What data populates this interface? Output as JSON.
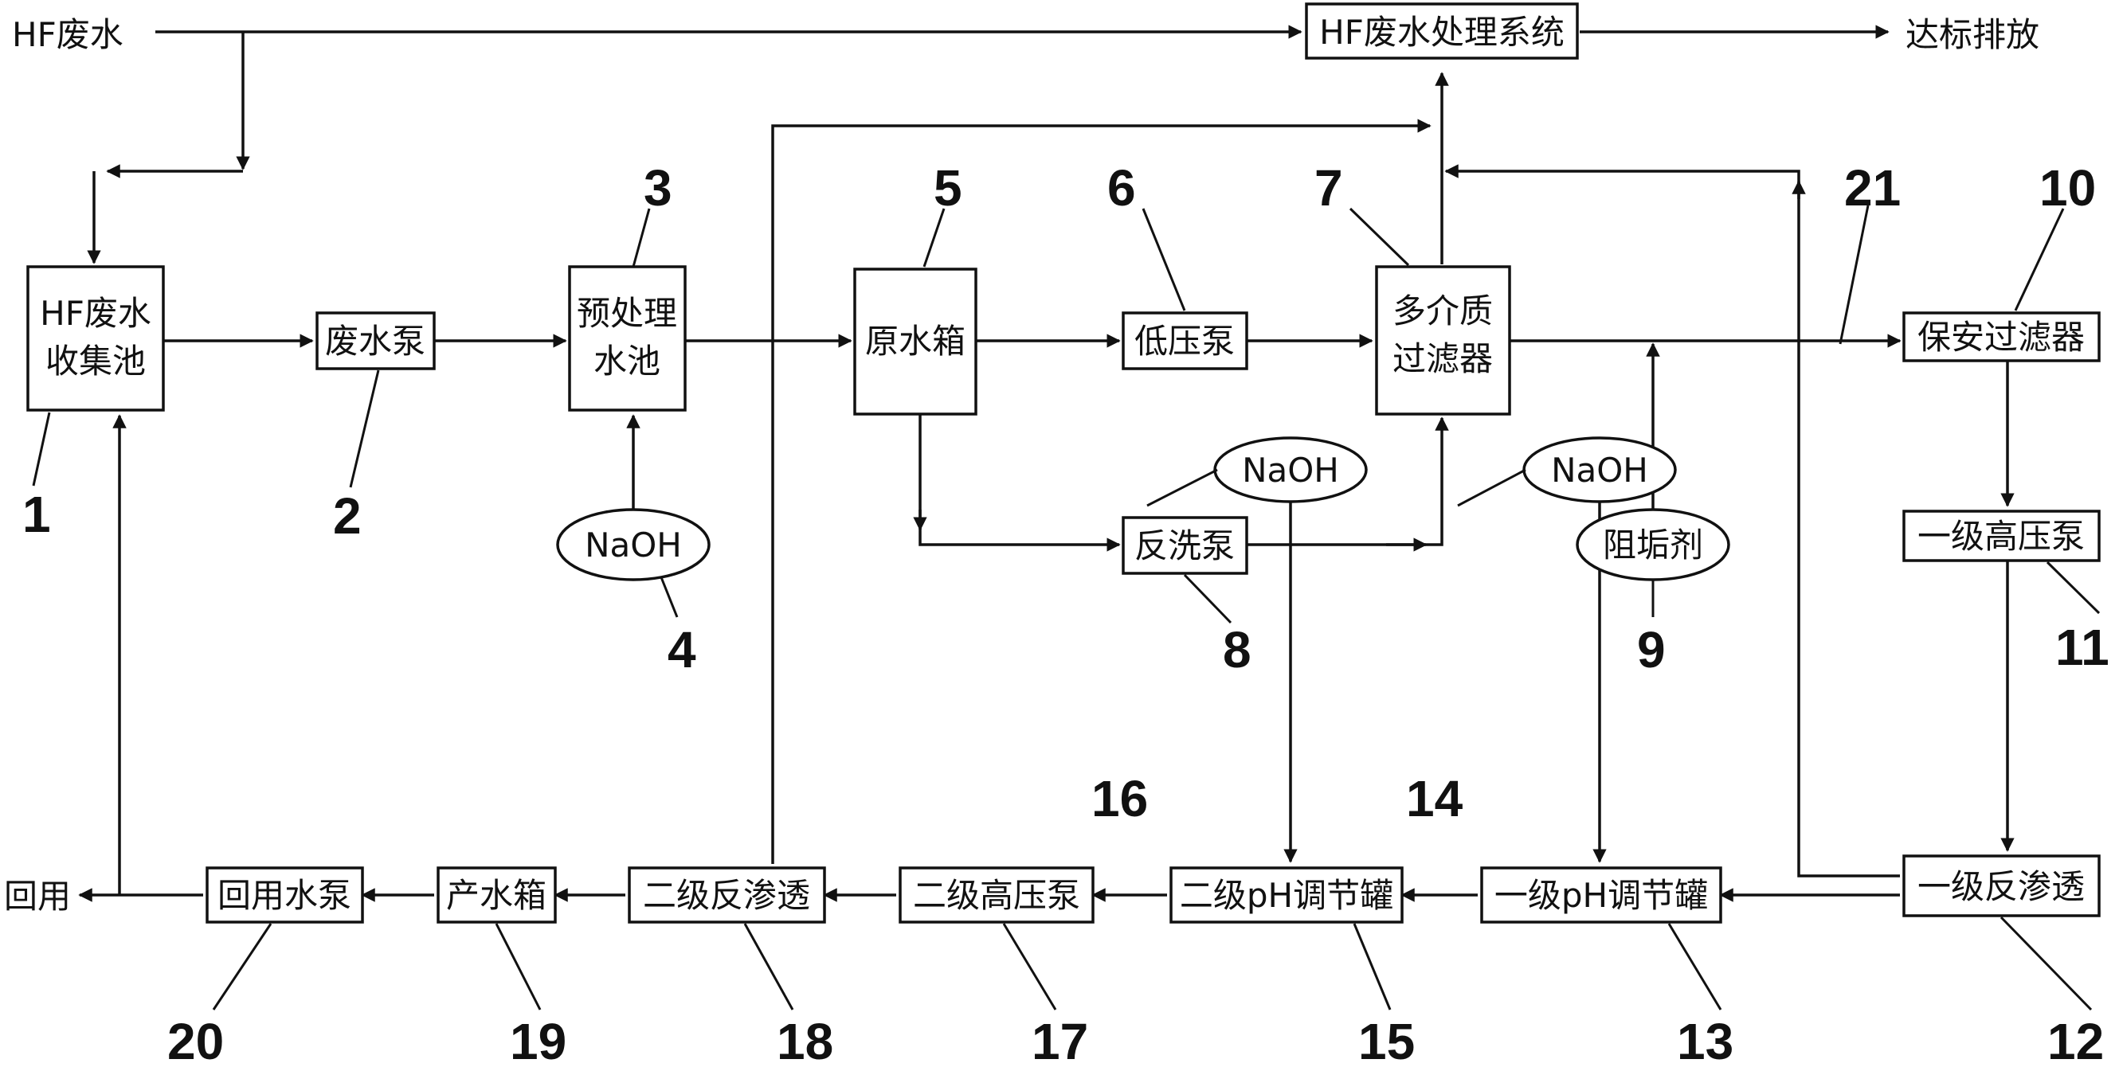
{
  "inputs": {
    "hf_wastewater": "HF废水",
    "hf_treatment_system": "HF废水处理系统",
    "discharge": "达标排放",
    "reuse": "回用"
  },
  "units": {
    "collection_tank": {
      "line1": "HF废水",
      "line2": "收集池",
      "number": "1"
    },
    "wastewater_pump": {
      "label": "废水泵",
      "number": "2"
    },
    "pretreatment_tank": {
      "line1": "预处理",
      "line2": "水池",
      "number": "3"
    },
    "naoh_1": {
      "label": "NaOH",
      "number": "4"
    },
    "raw_water_tank": {
      "label": "原水箱",
      "number": "5"
    },
    "low_pressure_pump": {
      "label": "低压泵",
      "number": "6"
    },
    "multimedia_filter": {
      "line1": "多介质",
      "line2": "过滤器",
      "number": "7"
    },
    "backwash_pump": {
      "label": "反洗泵",
      "number": "8"
    },
    "antiscalant": {
      "label": "阻垢剂",
      "number": "9"
    },
    "security_filter": {
      "label": "保安过滤器",
      "number": "10"
    },
    "hp_pump_1": {
      "label": "一级高压泵",
      "number": "11"
    },
    "ro_1": {
      "label": "一级反渗透",
      "number": "12"
    },
    "ph_tank_1": {
      "label": "一级pH调节罐",
      "number": "13"
    },
    "naoh_2": {
      "label": "NaOH",
      "number": "14"
    },
    "ph_tank_2": {
      "label": "二级pH调节罐",
      "number": "15"
    },
    "naoh_3": {
      "label": "NaOH",
      "number": "16"
    },
    "hp_pump_2": {
      "label": "二级高压泵",
      "number": "17"
    },
    "ro_2": {
      "label": "二级反渗透",
      "number": "18"
    },
    "product_tank": {
      "label": "产水箱",
      "number": "19"
    },
    "reuse_pump": {
      "label": "回用水泵",
      "number": "20"
    },
    "pipeline_21": {
      "number": "21"
    }
  }
}
